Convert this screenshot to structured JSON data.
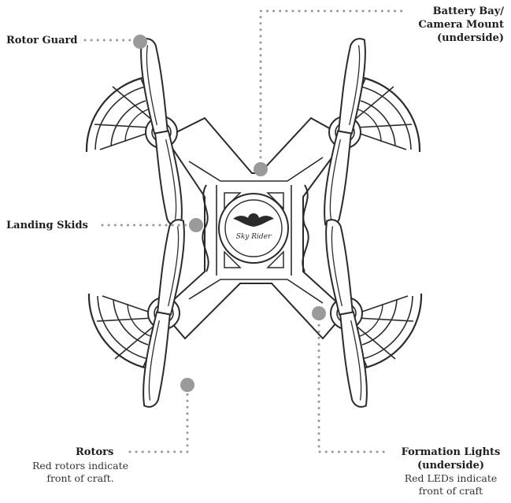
{
  "callouts": {
    "rotor_guard": {
      "title": "Rotor Guard"
    },
    "battery_bay": {
      "line1": "Battery Bay/",
      "line2": "Camera Mount",
      "line3": "(underside)"
    },
    "landing_skids": {
      "title": "Landing Skids"
    },
    "rotors": {
      "title": "Rotors",
      "desc1": "Red rotors indicate",
      "desc2": "front of craft."
    },
    "formation_lights": {
      "line1": "Formation Lights",
      "line2": "(underside)",
      "desc1": "Red LEDs indicate",
      "desc2": "front of craft"
    }
  },
  "logo": {
    "text": "Sky Rider"
  },
  "colors": {
    "outline": "#2b2b2b",
    "dots": "#999999",
    "marker": "#9a9a9a"
  }
}
